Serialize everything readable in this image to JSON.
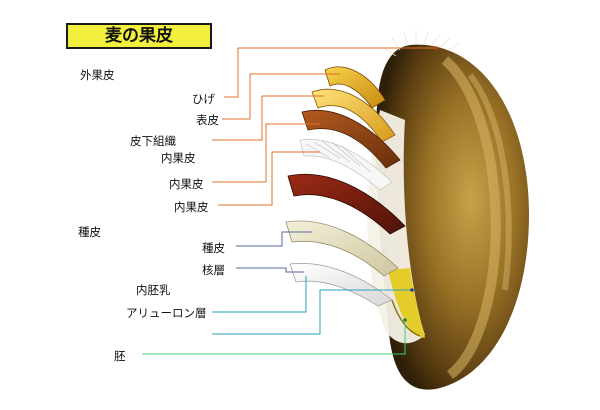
{
  "title": "麦の果皮",
  "groups": {
    "outer_pericarp": "外果皮",
    "seed_coat": "種皮"
  },
  "labels": {
    "hige": "ひげ",
    "hyohi": "表皮",
    "hika_soshiki": "皮下組織",
    "naikahi_1": "内果皮",
    "naikahi_2": "内果皮",
    "naikahi_3": "内果皮",
    "shuhi": "種皮",
    "kakuso": "核層",
    "naihainyu": "内胚乳",
    "aleurone": "アリューロン層",
    "hai": "胚"
  },
  "colors": {
    "title_bg": "#f2f03c",
    "leader_orange": "#e0702a",
    "leader_blue": "#5a6aa0",
    "leader_cyan": "#2aa0b8",
    "leader_green": "#3cd070"
  }
}
